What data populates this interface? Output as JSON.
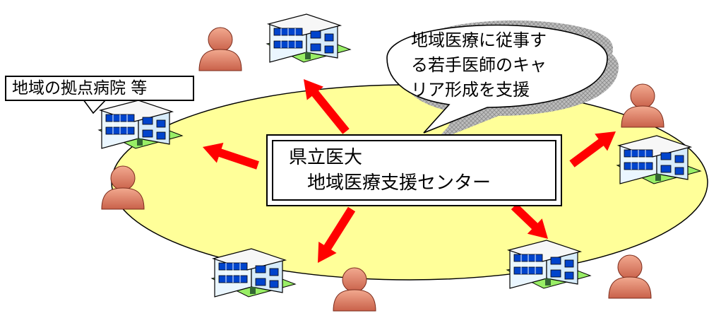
{
  "hub_label": "地域の拠点病院 等",
  "center": {
    "line1": "県立医大",
    "line2": "地域医療支援センター"
  },
  "bubble": {
    "lines": [
      "地域医療に従事す",
      "る若手医師のキャ",
      "リア形成を支援"
    ]
  },
  "colors": {
    "ellipse_fill": "#ffff99",
    "arrow": "#ff0000",
    "person": "#e3856c",
    "building_window": "#0044cc",
    "building_ground": "#99ee66"
  },
  "icons": [
    "building-icon",
    "person-icon",
    "arrow-icon"
  ]
}
